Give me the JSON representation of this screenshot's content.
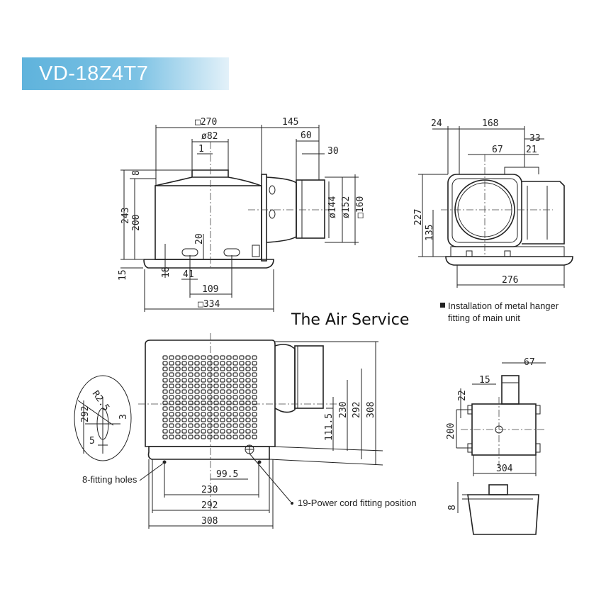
{
  "title": "VD-18Z4T7",
  "watermark": "The Air Service",
  "notes": {
    "hanger_line1": "Installation of metal hanger",
    "hanger_line2": "fitting of main unit",
    "fitting_holes": "8-fitting holes",
    "power_cord": "19-Power cord fitting position"
  },
  "dims": {
    "d270": "□270",
    "d145": "145",
    "d82": "ø82",
    "d60": "60",
    "d1": "1",
    "d30": "30",
    "d243": "243",
    "d200a": "200",
    "d20": "20",
    "d8a": "8",
    "d144": "ø144",
    "d152": "ø152",
    "d160": "□160",
    "d15a": "15",
    "d18": "18",
    "d41": "41",
    "d109": "109",
    "d334": "□334",
    "d24": "24",
    "d168": "168",
    "d33": "33",
    "d67a": "67",
    "d21": "21",
    "d227": "227",
    "d135": "135",
    "d276": "276",
    "dR25": "R2.5",
    "d292a": "292",
    "d3": "3",
    "d5": "5",
    "d111": "111.5",
    "d230a": "230",
    "d292b": "292",
    "d308a": "308",
    "d995": "99.5",
    "d230b": "230",
    "d292c": "292",
    "d308b": "308",
    "d67b": "67",
    "d15b": "15",
    "d22": "22",
    "d200b": "200",
    "d304": "304",
    "d8b": "8"
  },
  "colors": {
    "title_bar": "#5fb3dc",
    "title_text": "#ffffff",
    "line": "#222222"
  }
}
